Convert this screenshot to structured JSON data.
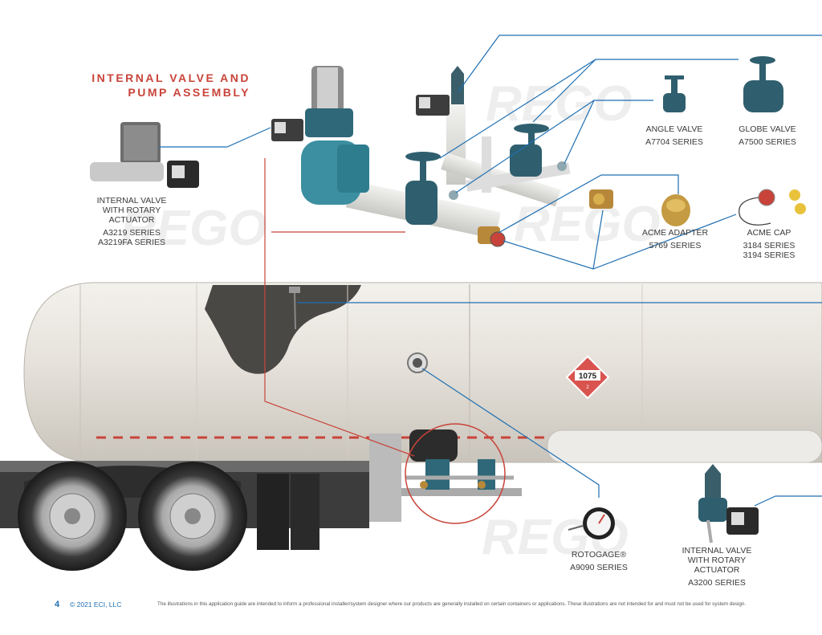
{
  "heading": {
    "line1": "INTERNAL VALVE AND",
    "line2": "PUMP ASSEMBLY"
  },
  "watermark_text": "REGO",
  "placard_number": "1075",
  "colors": {
    "heading_red": "#c8443a",
    "callout_blue": "#1f6fb2",
    "callout_red": "#c8443a",
    "tank_body": "#e8e5df",
    "valve_teal": "#2e6f80"
  },
  "callouts": [
    {
      "id": "internal-valve-a3219",
      "name_lines": [
        "INTERNAL VALVE",
        "WITH ROTARY",
        "ACTUATOR"
      ],
      "series_lines": [
        "A3219 SERIES",
        "A3219FA SERIES"
      ]
    },
    {
      "id": "angle-valve",
      "name_lines": [
        "ANGLE VALVE"
      ],
      "series_lines": [
        "A7704 SERIES"
      ]
    },
    {
      "id": "globe-valve",
      "name_lines": [
        "GLOBE VALVE"
      ],
      "series_lines": [
        "A7500 SERIES"
      ]
    },
    {
      "id": "acme-adapter",
      "name_lines": [
        "ACME ADAPTER"
      ],
      "series_lines": [
        "5769 SERIES"
      ]
    },
    {
      "id": "acme-cap",
      "name_lines": [
        "ACME CAP"
      ],
      "series_lines": [
        "3184 SERIES",
        "3194 SERIES"
      ]
    },
    {
      "id": "rotogage",
      "name_lines": [
        "ROTOGAGE®"
      ],
      "series_lines": [
        "A9090 SERIES"
      ]
    },
    {
      "id": "internal-valve-a3200",
      "name_lines": [
        "INTERNAL VALVE",
        "WITH ROTARY",
        "ACTUATOR"
      ],
      "series_lines": [
        "A3200 SERIES"
      ]
    }
  ],
  "footer": {
    "page_number": "4",
    "copyright": "© 2021 ECI, LLC",
    "disclaimer": "The illustrations in this application guide are intended to inform a professional installer/system designer where our products are generally installed on certain containers or applications. These illustrations are not intended for and must not be used for system design."
  }
}
